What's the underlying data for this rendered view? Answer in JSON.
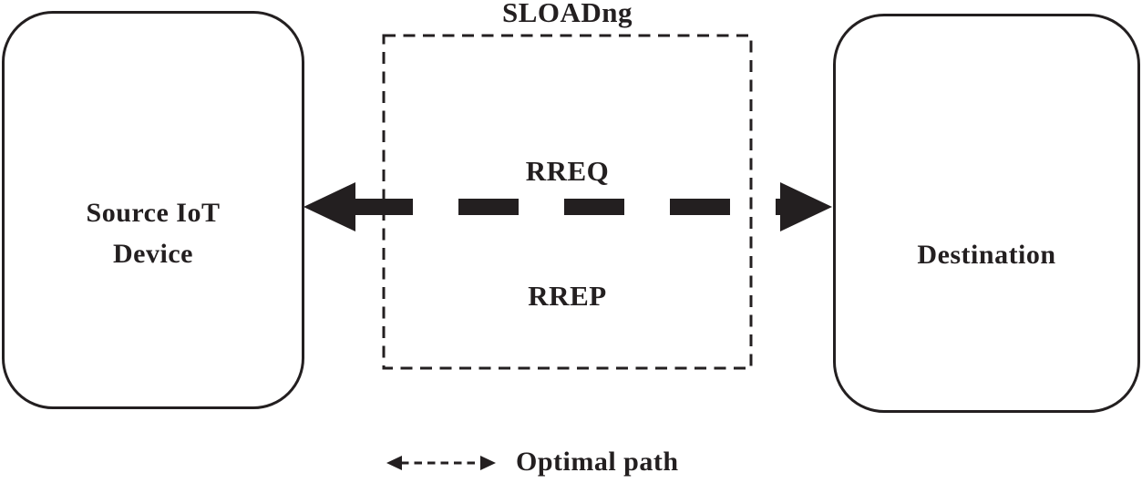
{
  "diagram": {
    "title": "SLOADng",
    "source_box": {
      "label": "Source IoT\nDevice"
    },
    "destination_box": {
      "label": "Destination"
    },
    "messages": {
      "rreq": "RREQ",
      "rrep": "RREP"
    },
    "legend": {
      "label": "Optimal path"
    },
    "icons": {
      "route_arrow": "bidirectional-thick-dashed-arrow",
      "legend_arrow": "bidirectional-thin-dashed-arrow"
    },
    "colors": {
      "ink": "#231f20",
      "background": "#ffffff"
    }
  }
}
